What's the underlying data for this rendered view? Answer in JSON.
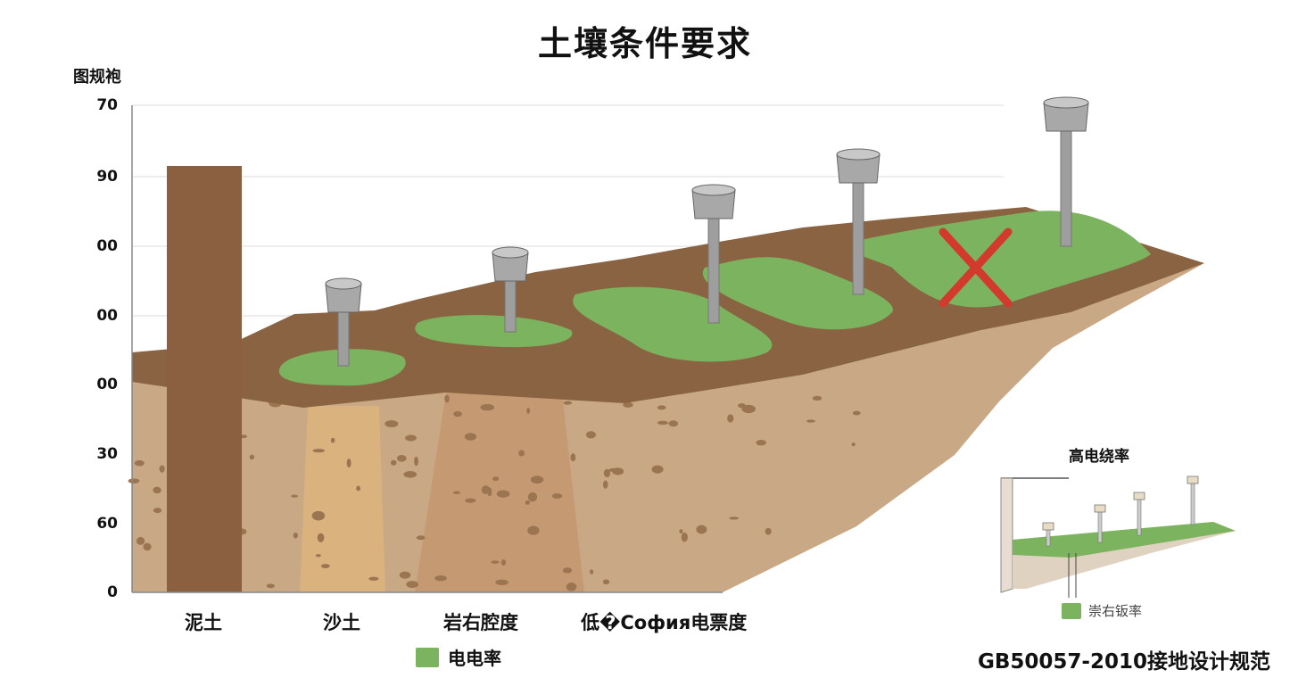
{
  "title": "土壤条件要求",
  "y_axis": {
    "label": "图规袍",
    "ticks": [
      "70",
      "90",
      "00",
      "00",
      "00",
      "30",
      "60",
      "0"
    ]
  },
  "categories": [
    "泥土",
    "沙土",
    "岩右腔度",
    "低�София电票度"
  ],
  "legend": {
    "label": "电电率",
    "suffix": "率",
    "color": "#7cb35e"
  },
  "inset": {
    "title": "高电绕率",
    "legend_label": "崇右钣率"
  },
  "footer": "GB50057-2010接地设计规范",
  "colors": {
    "topsoil": "#8a6342",
    "subsoil": "#c9a886",
    "grass": "#7cb35e",
    "rod": "#9e9e9e",
    "cross": "#d23a2e"
  }
}
